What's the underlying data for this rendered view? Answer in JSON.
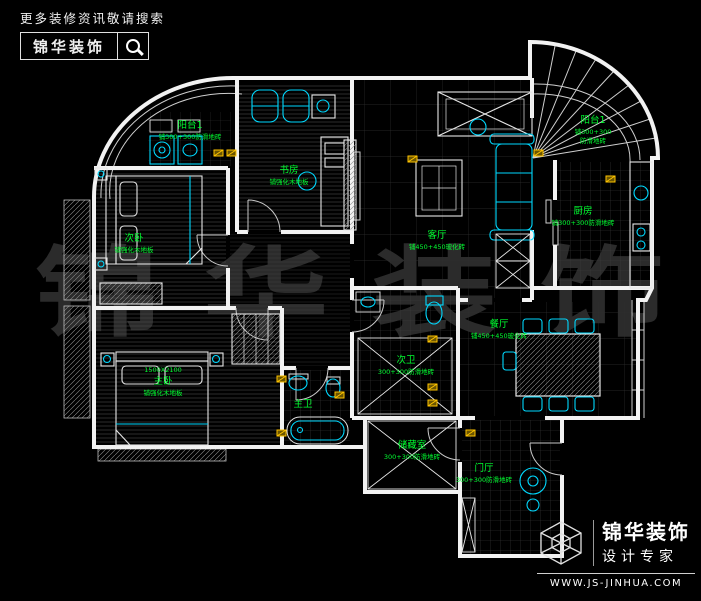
{
  "header": {
    "tagline": "更多装修资讯敬请搜索",
    "brand": "锦华装饰"
  },
  "watermark": "锦 华 装 饰",
  "rooms": [
    {
      "id": "balcony-left",
      "name": "阳台1",
      "note": "铺300+300防滑地砖"
    },
    {
      "id": "study",
      "name": "书房",
      "note": "铺强化木地板"
    },
    {
      "id": "living",
      "name": "客厅",
      "note": "铺450+450玻化砖"
    },
    {
      "id": "balcony-right",
      "name": "阳台1",
      "note": "铺300+300",
      "note2": "防滑地砖"
    },
    {
      "id": "kitchen",
      "name": "厨房",
      "note": "铺300+300防滑地砖"
    },
    {
      "id": "bedroom-second",
      "name": "次卧",
      "note": "铺强化木地板"
    },
    {
      "id": "bedroom-master",
      "name": "主卧",
      "dim": "1500X2100",
      "note": "铺强化木地板"
    },
    {
      "id": "dining",
      "name": "餐厅",
      "note": "铺450+450玻化砖"
    },
    {
      "id": "bath-second",
      "name": "次卫",
      "note": "300+300防滑地砖"
    },
    {
      "id": "bath-master",
      "name": "主卫"
    },
    {
      "id": "storage",
      "name": "储藏室",
      "note": "300+300防滑地砖"
    },
    {
      "id": "foyer",
      "name": "门厅",
      "note": "300+300防滑地砖"
    }
  ],
  "colors": {
    "background": "#000000",
    "wall": "#f2f2f2",
    "furniture_accent": "#00d9ff",
    "room_label": "#00ff30",
    "electric_symbol": "#ffc400"
  },
  "footer": {
    "brand": "锦华装饰",
    "subtitle": "设计专家",
    "website": "WWW.JS-JINHUA.COM"
  }
}
